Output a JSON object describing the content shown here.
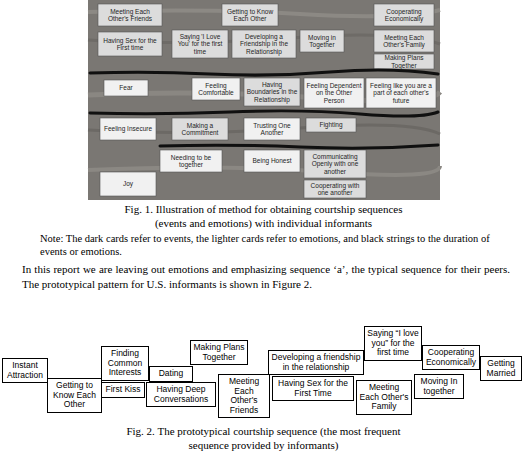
{
  "diagram": {
    "caption": "Fig. 2. The prototypical courtship sequence (the most frequent sequence provided by informants)",
    "nodes": [
      {
        "text": [
          "Instant Attraction"
        ]
      },
      {
        "text": [
          "Getting to Know Each Other"
        ]
      },
      {
        "text": [
          "Finding Common Interests"
        ]
      },
      {
        "text": [
          "First Kiss"
        ]
      },
      {
        "text": [
          "Dating"
        ]
      },
      {
        "text": [
          "Having Deep Conversations"
        ]
      },
      {
        "text": [
          "Making Plans Together"
        ]
      },
      {
        "text": [
          "Meeting Each Other's Friends"
        ]
      },
      {
        "text": [
          "Developing a friendship in the relationship"
        ]
      },
      {
        "text": [
          "Having Sex for the First Time"
        ]
      },
      {
        "text": [
          "Saying “I love you” for the first time"
        ]
      },
      {
        "text": [
          "Meeting Each Other's Family"
        ]
      },
      {
        "text": [
          "Cooperating Economically"
        ]
      },
      {
        "text": [
          "Moving In together"
        ]
      },
      {
        "text": [
          "Getting Married"
        ]
      }
    ],
    "labels": [
      "Meeting Each Other's Friends",
      "Getting to Know Each Other",
      "Cooperating Economically",
      "Having Sex for the First time",
      "Saying 'I Love You' for the first time",
      "Developing a Friendship in the Relationship",
      "Moving in Together",
      "Meeting Each Other's Family",
      "Making Plans Together",
      "Fear",
      "Feeling Comfortable",
      "Having Boundaries in the Relationship",
      "Feeling Dependent on the Other Person",
      "Feeling like you are a part of each other's future",
      "Feeling Insecure",
      "Making a Commitment",
      "Trusting One Another",
      "Fighting",
      "Needing to be together",
      "Being Honest",
      "Communicating Openly with one another",
      "Cooperating with one another",
      "Joy",
      "Fig. 1. Illustration of method for obtaining courtship sequences (events and emotions) with individual informants",
      "Note: The dark cards refer to events, the lighter cards refer to emotions, and black strings to the duration of events or emotions.",
      "In this report we are leaving out emotions and emphasizing sequence ‘a’, the typical sequence for their peers. The prototypical pattern for U.S. informants is shown in Figure 2."
    ]
  }
}
